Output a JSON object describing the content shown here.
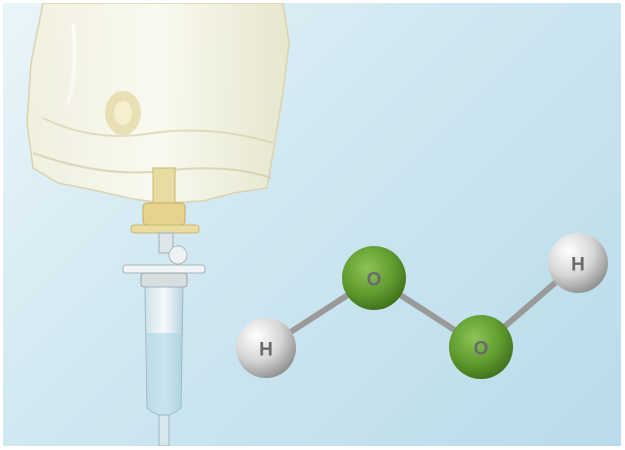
{
  "molecule": {
    "atoms": [
      {
        "id": "h1",
        "element": "H",
        "label": "H",
        "color": "#c8c8c8"
      },
      {
        "id": "o1",
        "element": "O",
        "label": "O",
        "color": "#5e9a2e"
      },
      {
        "id": "o2",
        "element": "O",
        "label": "O",
        "color": "#5e9a2e"
      },
      {
        "id": "h2",
        "element": "H",
        "label": "H",
        "color": "#c8c8c8"
      }
    ],
    "bonds": [
      [
        "h1",
        "o1"
      ],
      [
        "o1",
        "o2"
      ],
      [
        "o2",
        "h2"
      ]
    ]
  },
  "colors": {
    "background_light": "#eaf5fa",
    "background_dark": "#b9dbe9",
    "oxygen": "#5e9a2e",
    "hydrogen": "#c8c8c8",
    "bond": "#9a9a9a"
  },
  "objects": [
    "iv-bag",
    "drip-chamber",
    "molecule"
  ]
}
